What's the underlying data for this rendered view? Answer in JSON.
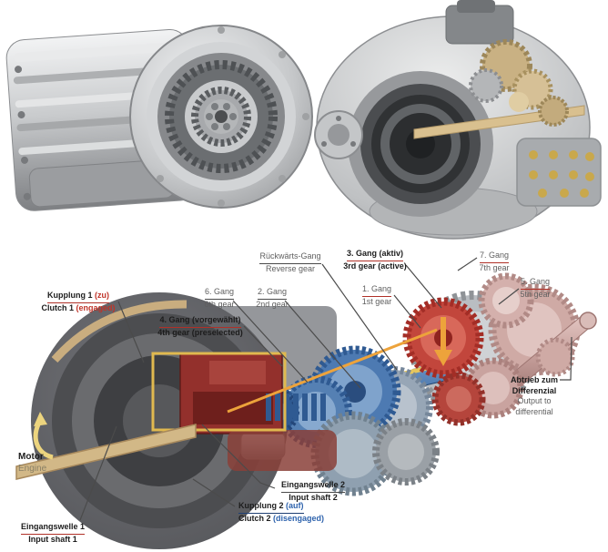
{
  "colors": {
    "label_red_accent": "#c03328",
    "label_blue_accent": "#2e63ad",
    "label_grey": "#5f5f5f",
    "label_dark": "#1c1c1c",
    "underline_red": "#b03128",
    "underline_dark": "#4a4a4a",
    "underline_navy": "#1e3f73",
    "power_flow_yellow": "#e8c558",
    "power_flow_orange": "#eda33b",
    "active_gear_red": "#c2463c",
    "preselected_blue": "#3f6ea8",
    "output_pink": "#cfa8a4"
  },
  "photos": {
    "top_left": {
      "subject": "automatic-transmission-photo"
    },
    "top_right": {
      "subject": "dual-clutch-transmission-cutaway-photo"
    }
  },
  "diagram": {
    "labels": {
      "motor": {
        "de": "Motor",
        "en": "Engine"
      },
      "kupplung1": {
        "de_main": "Kupplung 1",
        "de_accent": "(zu)",
        "en_main": "Clutch 1",
        "en_accent": "(engaged)"
      },
      "gang4": {
        "de": "4. Gang (vorgewählt)",
        "en": "4th gear (preselected)"
      },
      "gang6": {
        "de": "6. Gang",
        "en": "6th gear"
      },
      "gang2": {
        "de": "2. Gang",
        "en": "2nd gear"
      },
      "reverse": {
        "de": "Rückwärts-Gang",
        "en": "Reverse gear"
      },
      "gang3": {
        "de": "3. Gang (aktiv)",
        "en": "3rd gear (active)"
      },
      "gang1": {
        "de": "1. Gang",
        "en": "1st gear"
      },
      "gang7": {
        "de": "7. Gang",
        "en": "7th gear"
      },
      "gang5": {
        "de": "5. Gang",
        "en": "5th gear"
      },
      "abtrieb": {
        "de_line1": "Abtrieb zum",
        "de_line2": "Differenzial",
        "en_line1": "Output to",
        "en_line2": "differential"
      },
      "eingangswelle2": {
        "de": "Eingangswelle 2",
        "en": "Input shaft 2"
      },
      "kupplung2": {
        "de_main": "Kupplung 2",
        "de_accent": "(auf)",
        "en_main": "Clutch 2",
        "en_accent": "(disengaged)"
      },
      "eingangswelle1": {
        "de": "Eingangswelle 1",
        "en": "Input shaft 1"
      }
    }
  }
}
